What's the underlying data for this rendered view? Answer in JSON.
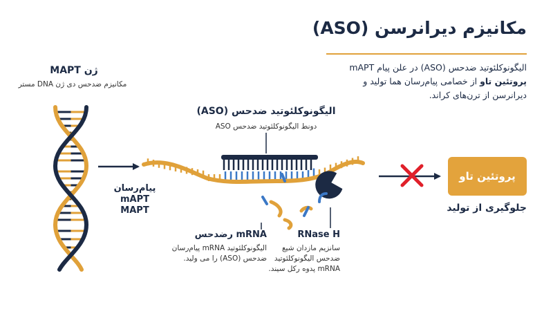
{
  "title": "مکانیزم دیرانرسن (ASO)",
  "intro": {
    "line1": "الیگونوکلئوتید ضدحس (ASO) در علن پیام mAPT",
    "line2_bold": "پروتئین تاو",
    "line2_rest": " از خصامی پیام‌رسان هما تولید و",
    "line3": "دیرانرسن از ترن‌های کراند."
  },
  "gene": {
    "title": "ژن MAPT",
    "subtitle": "مکانیزم ضدحس دی ژن DNA مستر"
  },
  "aso": {
    "title": "الیگونوکلئوتید ضدحس (ASO)",
    "subtitle": "دونط الیگونوکلئوتید ضدحس ASO"
  },
  "mrna": {
    "label_line1": "پیام‌رسان mAPT",
    "label_line2": "MAPT"
  },
  "cut": {
    "title": "mRNA رضدحس",
    "line1": "الیگونوکلئوتید mRNA پیام‌رسان",
    "line2": "ضدحس (ASO) را می ولید."
  },
  "rnase": {
    "title": "RNase H",
    "line1": "سانزیم مازدان شیع",
    "line2": "ضدحس الیگونوکلئوتید",
    "line3": "mRNA پدوه رکل سیند."
  },
  "protein": {
    "label": "پروتئین تاو"
  },
  "prevent": {
    "label": "جلوگیری از تولید"
  },
  "colors": {
    "navy": "#1c2a44",
    "gold": "#e0a13a",
    "blue": "#3b78c6",
    "red": "#e0202a"
  },
  "icons": [
    "dna-helix-icon",
    "arrow-right-icon",
    "rnase-h-pacman-icon",
    "red-x-icon"
  ]
}
